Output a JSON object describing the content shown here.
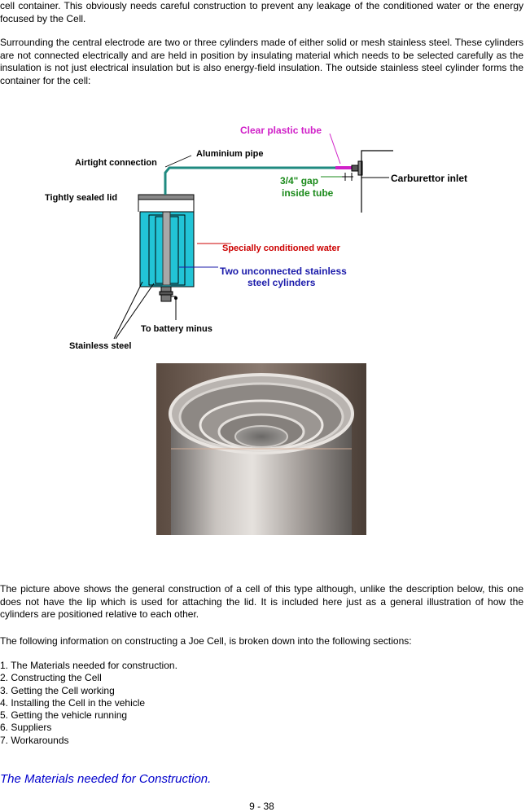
{
  "text": {
    "para1": "cell container.  This obviously needs careful construction to prevent any leakage of the conditioned water or the energy focused by the Cell.",
    "para2": "Surrounding the central electrode are two or three cylinders made of either solid or mesh stainless steel. These cylinders are not connected electrically and are held in position by insulating material which needs to be selected carefully as the insulation is not just electrical insulation but is also energy-field insulation.  The outside stainless steel cylinder forms the container for the cell:",
    "para3": "The picture above shows the general construction of a cell of this type although, unlike the description below, this one does not have the lip which is used for attaching the lid.  It is included here just as a general illustration of how the cylinders are positioned relative to each other.",
    "para4": "The following information on constructing a Joe Cell, is broken down into the following sections:"
  },
  "sections": [
    "1. The Materials needed for construction.",
    "2. Constructing the Cell",
    "3. Getting the Cell working",
    "4. Installing the Cell in the vehicle",
    "5. Getting the vehicle running",
    "6. Suppliers",
    "7. Workarounds"
  ],
  "heading": "The Materials needed for Construction.",
  "page_number": "9 - 38",
  "diagram": {
    "clear_tube": "Clear plastic tube",
    "airtight": "Airtight connection",
    "aluminium": "Aluminium pipe",
    "carb": "Carburettor inlet",
    "gap_line1": "3/4\" gap",
    "gap_line2": "inside tube",
    "lid": "Tightly sealed lid",
    "water": "Specially conditioned water",
    "cylinders_line1": "Two unconnected stainless",
    "cylinders_line2": "steel cylinders",
    "battery": "To battery minus",
    "stainless": "Stainless steel"
  },
  "colors": {
    "water": "#22c4d6",
    "pipe": "#1f8a80",
    "magenta": "#d020c8",
    "red": "#cc0000",
    "green": "#1a8a1a",
    "blue": "#1a1aaa",
    "heading": "#0000cc"
  }
}
